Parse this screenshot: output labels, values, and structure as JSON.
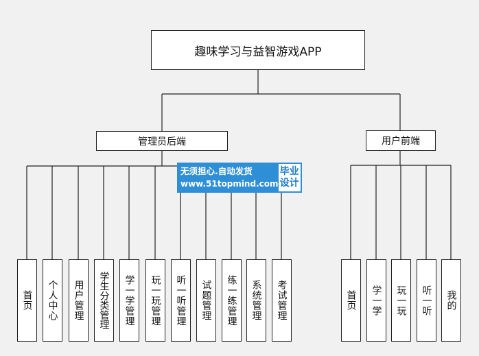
{
  "root": {
    "label": "趣味学习与益智游戏APP"
  },
  "admin": {
    "label": "管理员后端",
    "children": [
      "首页",
      "个人中心",
      "用户管理",
      "学生分类管理",
      "学一学管理",
      "玩一玩管理",
      "听一听管理",
      "试题管理",
      "练一练管理",
      "系统管理",
      "考试管理"
    ]
  },
  "user": {
    "label": "用户前端",
    "children": [
      "首页",
      "学一学",
      "玩一玩",
      "听一听",
      "我的"
    ]
  },
  "watermark": {
    "line1": "无须担心.自动发货",
    "line2": "www.51topmind.com",
    "badge_line1": "毕业",
    "badge_line2": "设计"
  }
}
